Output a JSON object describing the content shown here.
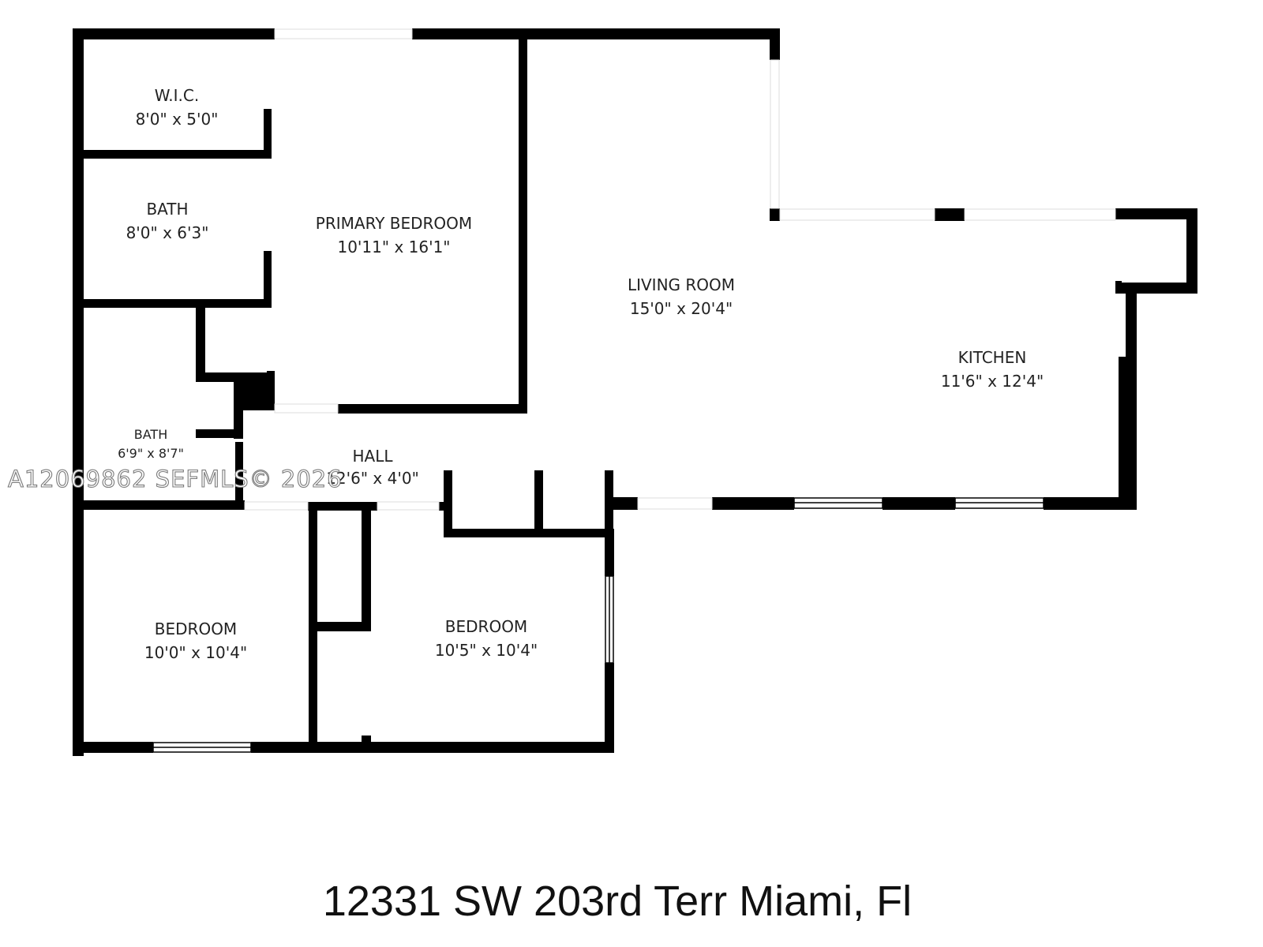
{
  "colors": {
    "wall": "#000000",
    "background": "#ffffff",
    "text": "#222222",
    "watermark_outline": "#7a7a7a"
  },
  "rooms": {
    "wic": {
      "name": "W.I.C.",
      "dims": "8'0\" x 5'0\""
    },
    "bath_upper": {
      "name": "BATH",
      "dims": "8'0\" x 6'3\""
    },
    "bath_lower": {
      "name": "BATH",
      "dims": "6'9\" x 8'7\""
    },
    "primary": {
      "name": "PRIMARY BEDROOM",
      "dims": "10'11\" x 16'1\""
    },
    "living": {
      "name": "LIVING ROOM",
      "dims": "15'0\" x 20'4\""
    },
    "kitchen": {
      "name": "KITCHEN",
      "dims": "11'6\" x 12'4\""
    },
    "hall": {
      "name": "HALL",
      "dims": "12'6\" x 4'0\""
    },
    "bedroom_left": {
      "name": "BEDROOM",
      "dims": "10'0\" x 10'4\""
    },
    "bedroom_right": {
      "name": "BEDROOM",
      "dims": "10'5\" x 10'4\""
    }
  },
  "watermark": "A12069862  SEFMLS© 2026",
  "address": "12331 SW 203rd Terr Miami, Fl"
}
